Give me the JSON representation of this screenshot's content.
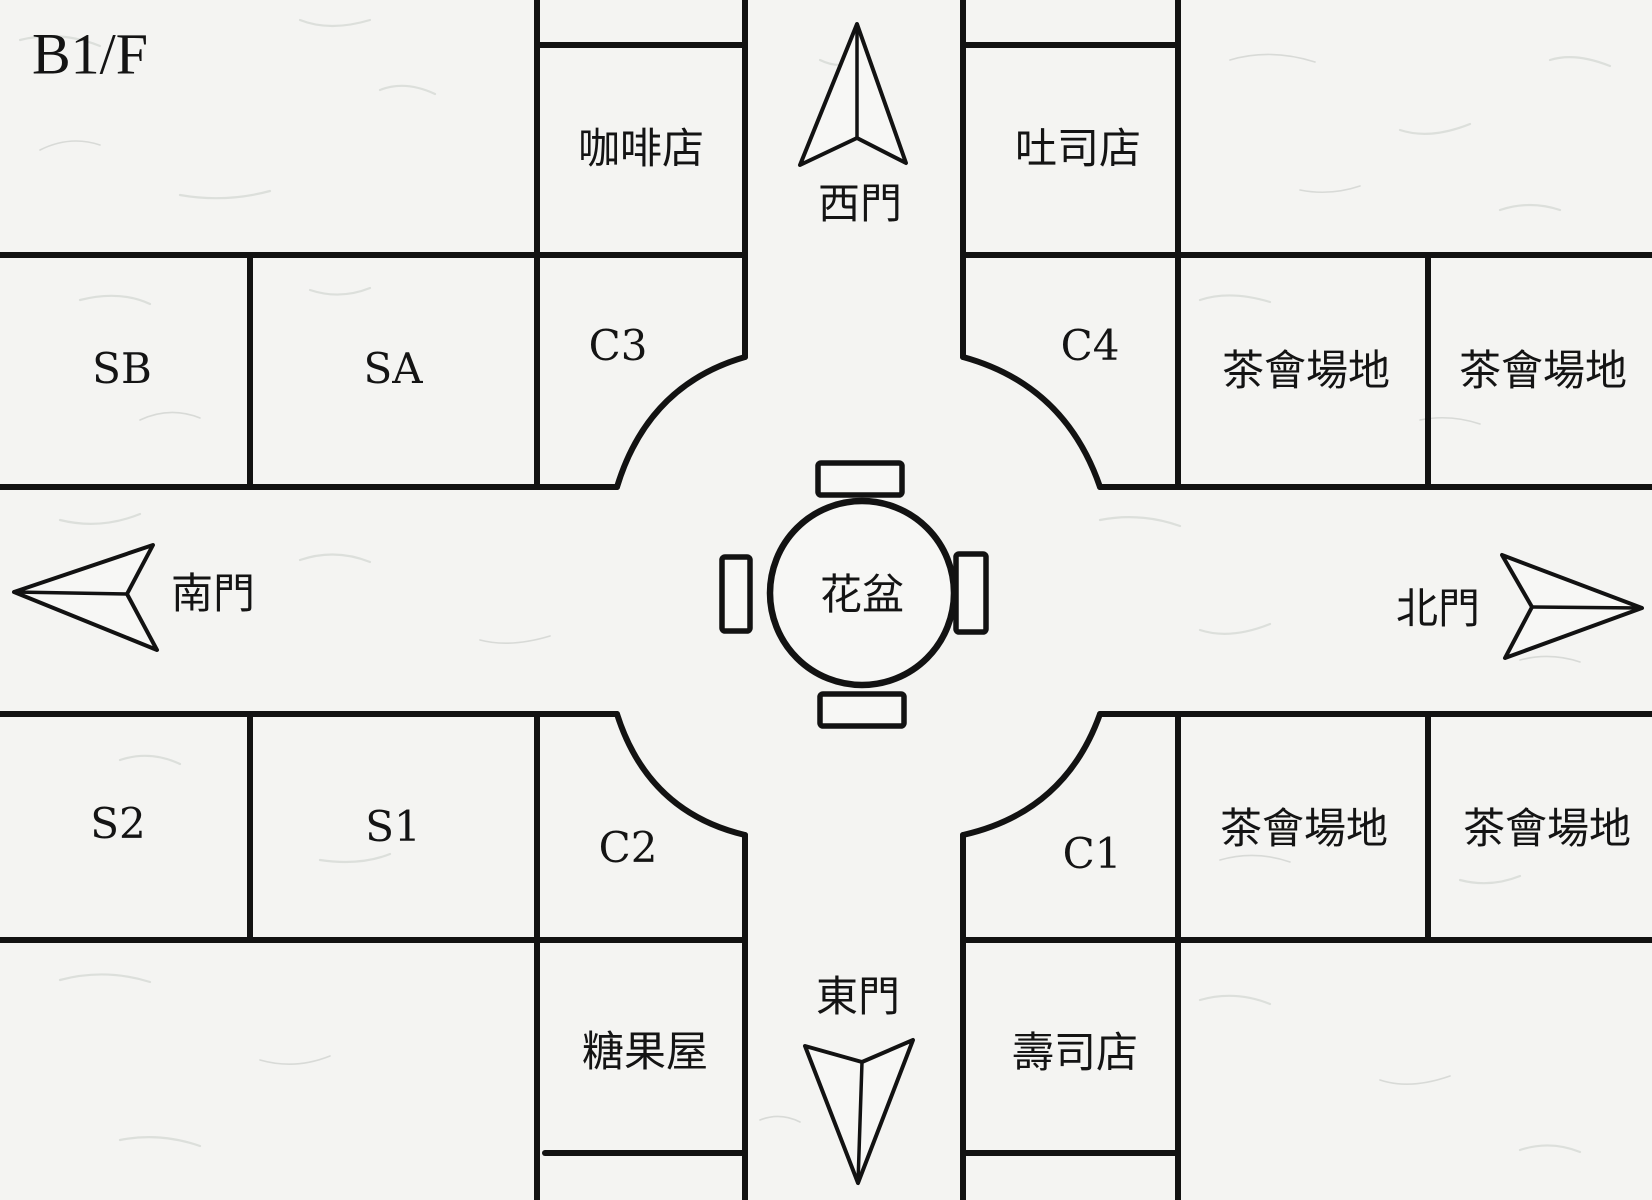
{
  "floor_label": "B1/F",
  "doors": {
    "west": "西門",
    "east": "東門",
    "south": "南門",
    "north": "北門"
  },
  "center": {
    "planter": "花盆"
  },
  "units": {
    "cafe": "咖啡店",
    "toast_shop": "吐司店",
    "candy_shop": "糖果屋",
    "sushi_shop": "壽司店",
    "c1": "C1",
    "c2": "C2",
    "c3": "C3",
    "c4": "C4",
    "sa": "SA",
    "sb": "SB",
    "s1": "S1",
    "s2": "S2",
    "tea_upper_left": "茶會場地",
    "tea_upper_right": "茶會場地",
    "tea_lower_left": "茶會場地",
    "tea_lower_right": "茶會場地"
  },
  "colors": {
    "paper": "#f4f4f2",
    "ink": "#121212"
  }
}
